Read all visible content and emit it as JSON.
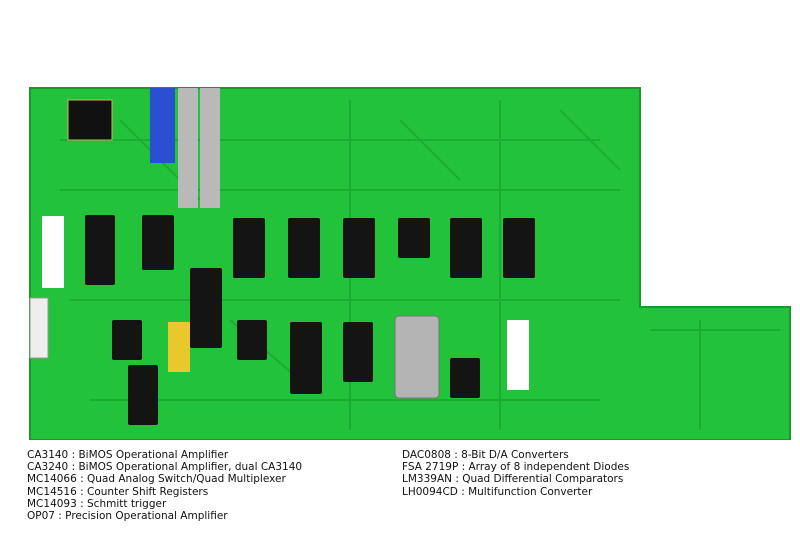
{
  "photo": {
    "subject": "circuit-board",
    "colors": {
      "pcb": "#22c33a",
      "pcb_dark": "#159a2a",
      "chip": "#141414",
      "background": "#ffffff"
    }
  },
  "legend": {
    "left": [
      "CA3140 : BiMOS Operational Amplifier",
      "CA3240 : BiMOS Operational Amplifier, dual CA3140",
      "MC14066 : Quad Analog Switch/Quad Multiplexer",
      "MC14516 : Counter Shift Registers",
      "MC14093 : Schmitt trigger",
      "OP07 : Precision Operational Amplifier"
    ],
    "right": [
      "DAC0808 : 8-Bit D/A Converters",
      "FSA 2719P : Array of 8 independent Diodes",
      "LM339AN : Quad Differential Comparators",
      "LH0094CD : Multifunction Converter"
    ]
  }
}
